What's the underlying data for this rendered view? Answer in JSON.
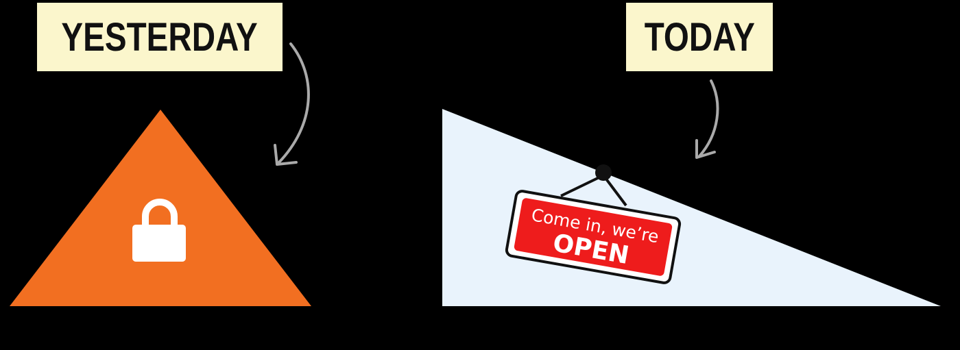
{
  "labels": {
    "yesterday": "YESTERDAY",
    "today": "TODAY"
  },
  "sign": {
    "line1": "Come in, we’re",
    "line2": "OPEN"
  },
  "colors": {
    "background": "#000000",
    "label_fill": "#fbf6cc",
    "triangle_orange": "#f26f21",
    "ramp_fill": "#e9f3fc",
    "sign_red": "#ee1c1c",
    "arrow_gray": "#aaaaaa"
  },
  "icons": {
    "yesterday_icon": "lock-icon",
    "today_icon": "open-sign-icon"
  }
}
